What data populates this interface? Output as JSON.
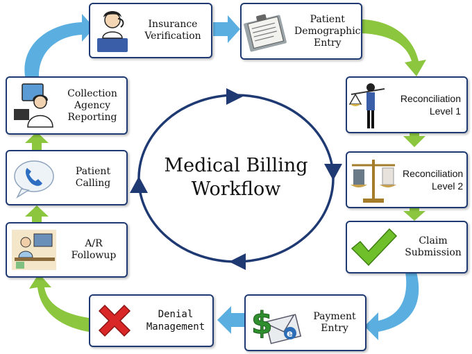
{
  "title": "Medical Billing\nWorkflow",
  "steps": [
    {
      "id": "insurance-verification",
      "label": "Insurance\nVerification",
      "icon": "receptionist-phone-icon"
    },
    {
      "id": "patient-demographic-entry",
      "label": "Patient\nDemographic\nEntry",
      "icon": "clipboard-form-icon"
    },
    {
      "id": "reconciliation-level-1",
      "label": "Reconciliation\nLevel 1",
      "icon": "justice-figure-scales-icon"
    },
    {
      "id": "reconciliation-level-2",
      "label": "Reconciliation\nLevel 2",
      "icon": "balance-scale-icon"
    },
    {
      "id": "claim-submission",
      "label": "Claim\nSubmission",
      "icon": "green-checkmark-icon"
    },
    {
      "id": "payment-entry",
      "label": "Payment\nEntry",
      "icon": "dollar-envelope-icon"
    },
    {
      "id": "denial-management",
      "label": "Denial\nManagement",
      "icon": "red-x-icon"
    },
    {
      "id": "ar-followup",
      "label": "A/R\nFollowup",
      "icon": "office-worker-desk-icon"
    },
    {
      "id": "patient-calling",
      "label": "Patient\nCalling",
      "icon": "phone-bubble-icon"
    },
    {
      "id": "collection-agency-reporting",
      "label": "Collection\nAgency\nReporting",
      "icon": "agent-headset-icon"
    }
  ],
  "colors": {
    "box_border": "#1f3a73",
    "circle": "#1f3a73",
    "arrow_blue": "#5aaee0",
    "arrow_green": "#8cc63f"
  }
}
